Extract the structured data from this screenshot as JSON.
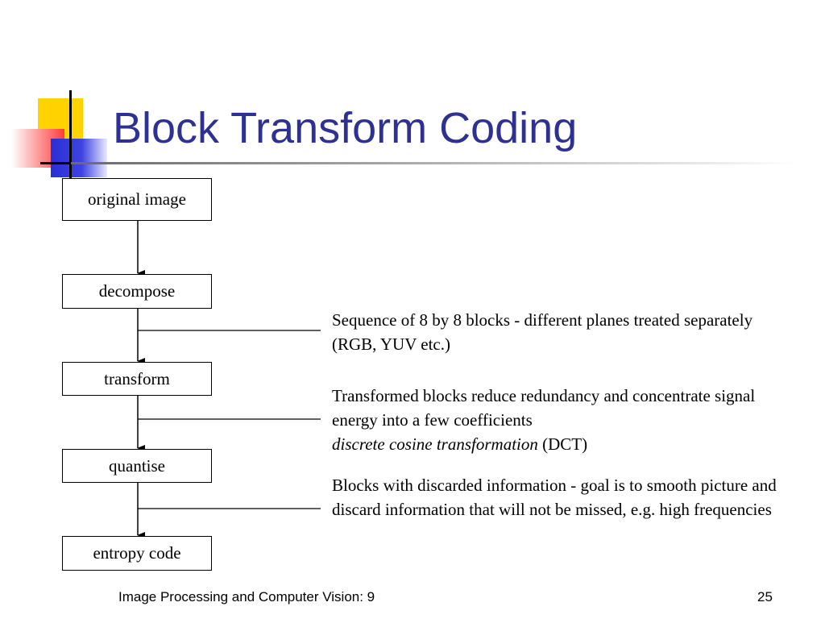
{
  "slide": {
    "title": "Block Transform Coding",
    "flow_steps": [
      "original image",
      "decompose",
      "transform",
      "quantise",
      "entropy code"
    ],
    "notes": [
      {
        "text": "Sequence of 8 by 8 blocks - different planes treated separately (RGB, YUV etc.)"
      },
      {
        "line1": "Transformed blocks reduce redundancy and concentrate signal energy into a few coefficients",
        "italic": "discrete cosine transformation",
        "suffix": " (DCT)"
      },
      {
        "text": "Blocks with discarded information - goal is to smooth picture and discard information that will not be missed, e.g. high frequencies"
      }
    ],
    "footer": {
      "course": "Image Processing and Computer Vision: 9",
      "page_number": "25"
    },
    "colors": {
      "title": "#2e3192",
      "deco_yellow": "#ffd200",
      "deco_red": "#ff3b3b",
      "deco_blue": "#2a2fd6"
    }
  }
}
